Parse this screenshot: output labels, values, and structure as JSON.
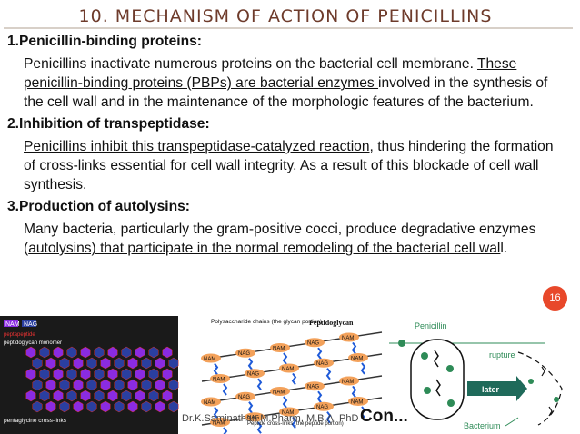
{
  "header": {
    "title": "10. MECHANISM OF ACTION OF PENICILLINS"
  },
  "sections": [
    {
      "heading": "1.Penicillin-binding proteins:",
      "parts": [
        {
          "text": "Penicillins inactivate numerous proteins on the bacterial cell membrane. ",
          "u": false
        },
        {
          "text": "These penicillin-binding proteins (PBPs) are bacterial enzymes ",
          "u": true
        },
        {
          "text": "involved in the synthesis of the cell wall and in the maintenance of the morphologic features of the bacterium.",
          "u": false
        }
      ]
    },
    {
      "heading": "2.Inhibition of transpeptidase:",
      "parts": [
        {
          "text": "Penicillins inhibit this transpeptidase-catalyzed reaction",
          "u": true
        },
        {
          "text": ", thus hindering the formation of cross-links essential for cell wall integrity. As a result of this blockade of cell wall synthesis.",
          "u": false
        }
      ]
    },
    {
      "heading": "3.Production of autolysins:",
      "parts": [
        {
          "text": "Many bacteria, particularly the gram-positive cocci, produce degradative enzymes (",
          "u": false
        },
        {
          "text": "autolysins) that participate in the normal remodeling of the bacterial cell wal",
          "u": true
        },
        {
          "text": "l.",
          "u": false
        }
      ]
    }
  ],
  "page_number": "16",
  "footer": {
    "author": "Dr.K.Saminathan M.Pharm, M.B.A, PhD",
    "con": "Con..."
  },
  "figure_left": {
    "legend_nam": "NAM",
    "legend_nag": "NAG",
    "peptide": "peptapeptide",
    "monomer": "peptidoglycan monomer",
    "crosslinks": "pentaglycine cross-links"
  },
  "figure_middle": {
    "polysaccharide": "Polysaccharide chains (the glycan portion)",
    "peptidoglycan": "Peptidoglycan",
    "peptide_cross": "Peptide cross-links (the peptide portion)",
    "nam": "NAM",
    "nag": "NAG"
  },
  "figure_right": {
    "penicillin": "Penicillin",
    "rupture": "rupture",
    "later": "later",
    "bacterium": "Bacterium"
  },
  "colors": {
    "title": "#6e3b2b",
    "badge": "#e8482a",
    "nam": "#8a2be2",
    "nag": "#2a3fa0",
    "green": "#2e8b57"
  }
}
